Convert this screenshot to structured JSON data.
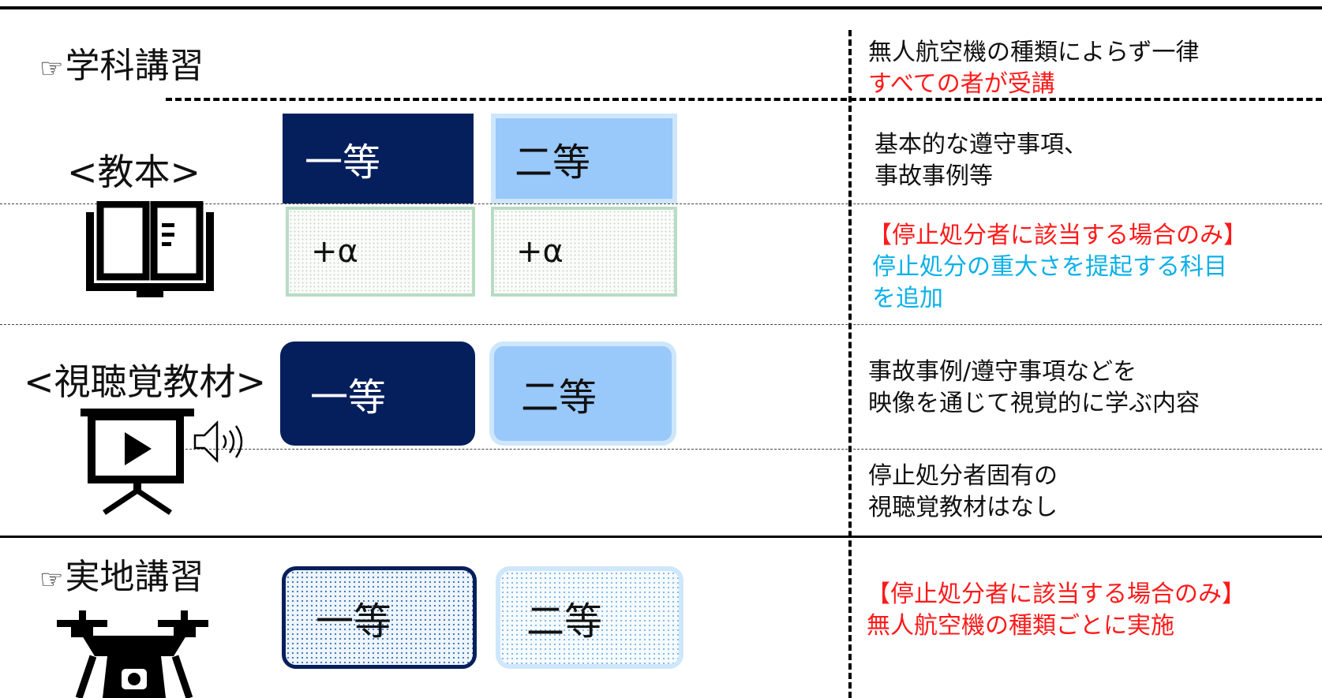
{
  "section_lecture": {
    "pointer": "☞",
    "title": "学科講習",
    "note_line1": "無人航空機の種類によらず一律",
    "note_line2": "すべての者が受講"
  },
  "textbook": {
    "label": "<教本>",
    "grade1": "一等",
    "grade2": "二等",
    "plus1": "+α",
    "plus2": "+α",
    "note1_line1": "基本的な遵守事項、",
    "note1_line2": "事故事例等",
    "note2_line1": "【停止処分者に該当する場合のみ】",
    "note2_line2": "停止処分の重大さを提起する科目",
    "note2_line3": "を追加"
  },
  "av_material": {
    "label": "<視聴覚教材>",
    "grade1": "一等",
    "grade2": "二等",
    "note1_line1": "事故事例/遵守事項などを",
    "note1_line2": "映像を通じて視覚的に学ぶ内容",
    "note2_line1": "停止処分者固有の",
    "note2_line2": "視聴覚教材はなし"
  },
  "section_practical": {
    "pointer": "☞",
    "title": "実地講習",
    "grade1": "一等",
    "grade2": "二等",
    "note_line1": "【停止処分者に該当する場合のみ】",
    "note_line2": "無人航空機の種類ごとに実施"
  },
  "colors": {
    "navy": "#041f5c",
    "light_blue": "#99c8fb",
    "red_text": "#ff1a1a",
    "blue_text": "#0ab0e8"
  },
  "icons": [
    "book-icon",
    "projector-screen-icon",
    "speaker-icon",
    "drone-icon",
    "pointing-hand-icon"
  ]
}
